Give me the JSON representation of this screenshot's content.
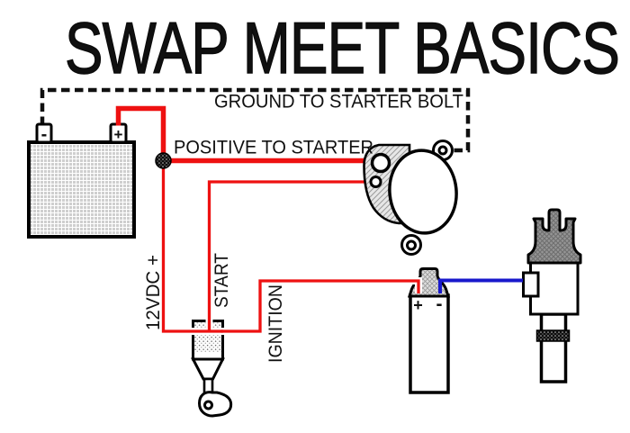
{
  "title": "SWAP MEET BASICS",
  "wire_labels": {
    "ground": "GROUND TO STARTER BOLT",
    "positive_to_starter": "POSITIVE TO STARTER",
    "battery_feed": "12VDC +",
    "start": "START",
    "ignition": "IGNITION"
  },
  "battery": {
    "negative_terminal": "-",
    "positive_terminal": "+"
  },
  "coil": {
    "positive_terminal": "+",
    "negative_terminal": "-"
  },
  "colors": {
    "hot_wire": "#ee1111",
    "coil_wire": "#1818cc",
    "ground_wire": "#101010"
  }
}
